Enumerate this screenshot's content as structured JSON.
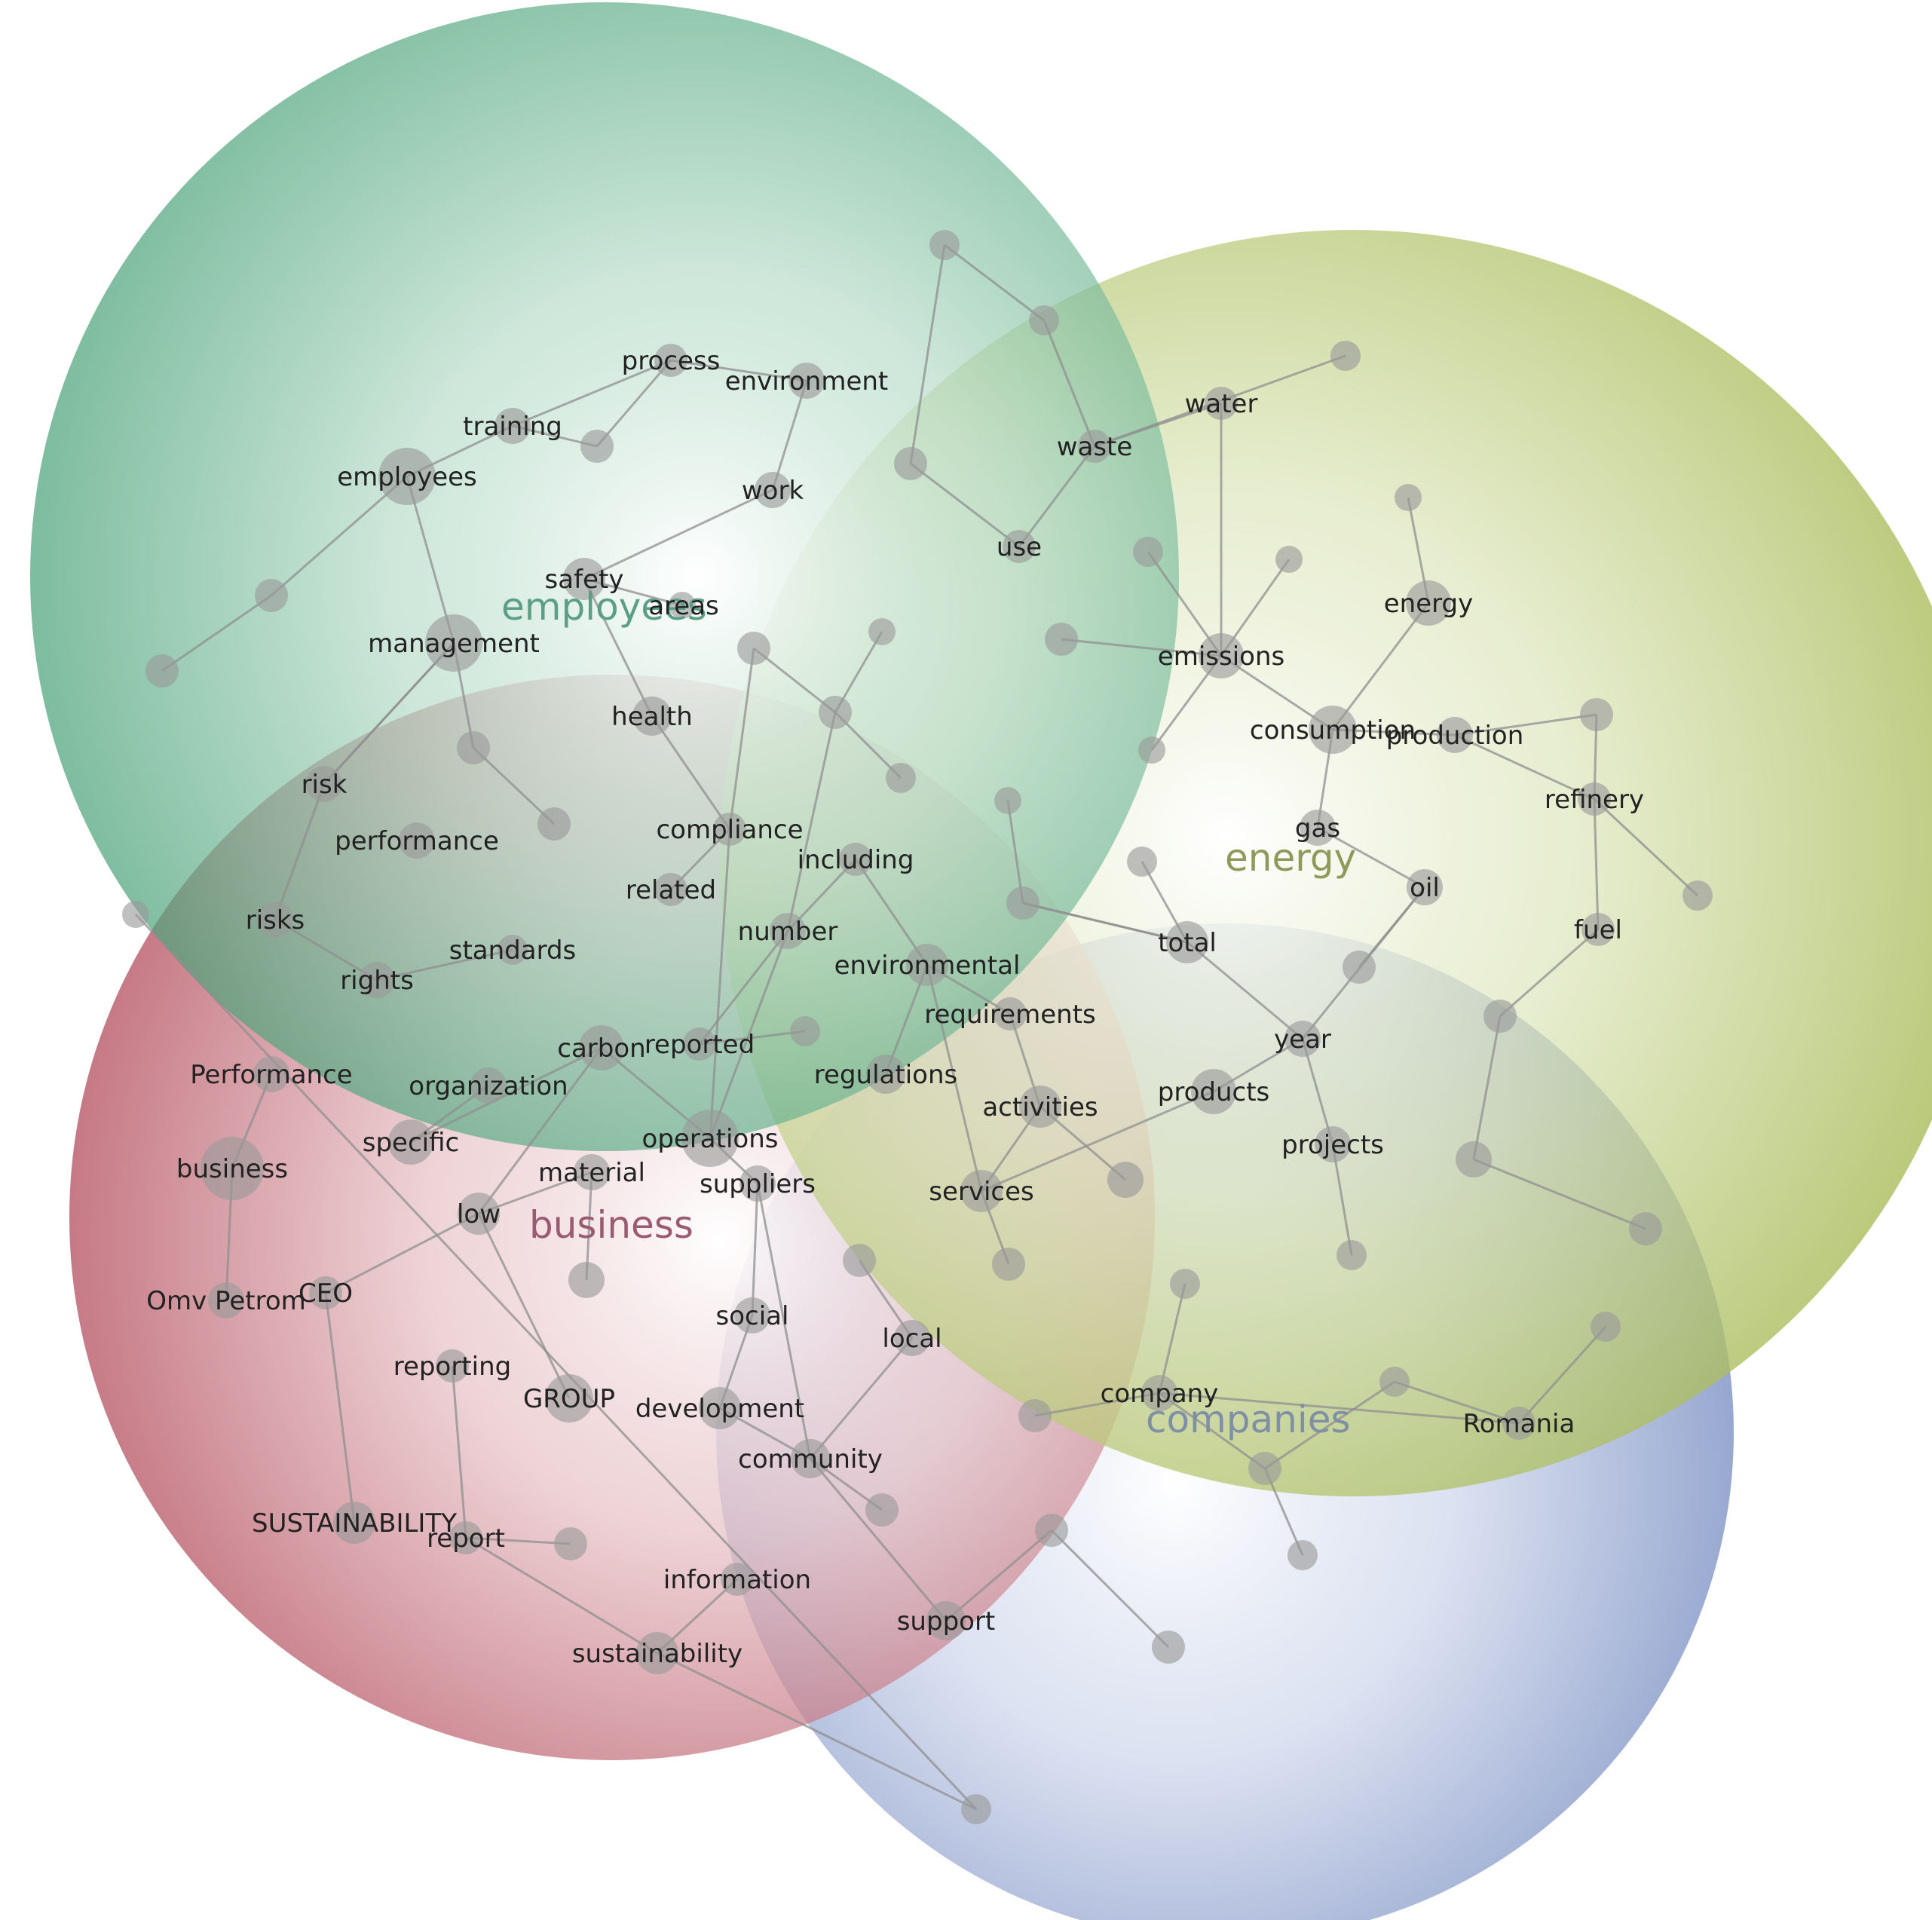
{
  "themes": [
    {
      "id": "employees",
      "label": "employees",
      "color": "#4aa37a",
      "label_color": "#5a9f86"
    },
    {
      "id": "energy",
      "label": "energy",
      "color": "#9ab34a",
      "label_color": "#8f9a5a"
    },
    {
      "id": "business",
      "label": "business",
      "color": "#b24a58",
      "label_color": "#9a5a72"
    },
    {
      "id": "companies",
      "label": "companies",
      "color": "#5a73b0",
      "label_color": "#7f8fa4"
    }
  ],
  "concepts": [
    {
      "id": "process",
      "label": "process"
    },
    {
      "id": "environment",
      "label": "environment"
    },
    {
      "id": "training",
      "label": "training"
    },
    {
      "id": "employees",
      "label": "employees"
    },
    {
      "id": "work",
      "label": "work"
    },
    {
      "id": "safety",
      "label": "safety"
    },
    {
      "id": "areas",
      "label": "areas"
    },
    {
      "id": "management",
      "label": "management"
    },
    {
      "id": "health",
      "label": "health"
    },
    {
      "id": "risk",
      "label": "risk"
    },
    {
      "id": "performance",
      "label": "performance"
    },
    {
      "id": "compliance",
      "label": "compliance"
    },
    {
      "id": "including",
      "label": "including"
    },
    {
      "id": "related",
      "label": "related"
    },
    {
      "id": "risks",
      "label": "risks"
    },
    {
      "id": "number",
      "label": "number"
    },
    {
      "id": "standards",
      "label": "standards"
    },
    {
      "id": "rights",
      "label": "rights"
    },
    {
      "id": "environmental",
      "label": "environmental"
    },
    {
      "id": "requirements",
      "label": "requirements"
    },
    {
      "id": "carbon",
      "label": "carbon"
    },
    {
      "id": "reported",
      "label": "reported"
    },
    {
      "id": "Performance2",
      "label": "Performance"
    },
    {
      "id": "organization",
      "label": "organization"
    },
    {
      "id": "regulations",
      "label": "regulations"
    },
    {
      "id": "specific",
      "label": "specific"
    },
    {
      "id": "operations",
      "label": "operations"
    },
    {
      "id": "business2",
      "label": "business"
    },
    {
      "id": "material",
      "label": "material"
    },
    {
      "id": "suppliers",
      "label": "suppliers"
    },
    {
      "id": "low",
      "label": "low"
    },
    {
      "id": "OmvPetrom",
      "label": "Omv Petrom"
    },
    {
      "id": "CEO",
      "label": "CEO"
    },
    {
      "id": "social",
      "label": "social"
    },
    {
      "id": "reporting",
      "label": "reporting"
    },
    {
      "id": "GROUP",
      "label": "GROUP"
    },
    {
      "id": "development",
      "label": "development"
    },
    {
      "id": "community",
      "label": "community"
    },
    {
      "id": "SUSTAINABILITY",
      "label": "SUSTAINABILITY"
    },
    {
      "id": "report",
      "label": "report"
    },
    {
      "id": "information",
      "label": "information"
    },
    {
      "id": "sustainability",
      "label": "sustainability"
    },
    {
      "id": "local",
      "label": "local"
    },
    {
      "id": "support",
      "label": "support"
    },
    {
      "id": "water",
      "label": "water"
    },
    {
      "id": "waste",
      "label": "waste"
    },
    {
      "id": "use",
      "label": "use"
    },
    {
      "id": "energy2",
      "label": "energy"
    },
    {
      "id": "emissions",
      "label": "emissions"
    },
    {
      "id": "consumption",
      "label": "consumption"
    },
    {
      "id": "production",
      "label": "production"
    },
    {
      "id": "refinery",
      "label": "refinery"
    },
    {
      "id": "gas",
      "label": "gas"
    },
    {
      "id": "oil",
      "label": "oil"
    },
    {
      "id": "fuel",
      "label": "fuel"
    },
    {
      "id": "total",
      "label": "total"
    },
    {
      "id": "year",
      "label": "year"
    },
    {
      "id": "products",
      "label": "products"
    },
    {
      "id": "activities",
      "label": "activities"
    },
    {
      "id": "projects",
      "label": "projects"
    },
    {
      "id": "services",
      "label": "services"
    },
    {
      "id": "company",
      "label": "company"
    },
    {
      "id": "Romania",
      "label": "Romania"
    }
  ],
  "links": [
    [
      "employees",
      "training"
    ],
    [
      "employees",
      "management"
    ],
    [
      "training",
      "process"
    ],
    [
      "process",
      "environment"
    ],
    [
      "environment",
      "work"
    ],
    [
      "work",
      "safety"
    ],
    [
      "safety",
      "areas"
    ],
    [
      "safety",
      "health"
    ],
    [
      "management",
      "risk"
    ],
    [
      "risk",
      "risks"
    ],
    [
      "risks",
      "rights"
    ],
    [
      "rights",
      "standards"
    ],
    [
      "health",
      "compliance"
    ],
    [
      "compliance",
      "related"
    ],
    [
      "including",
      "environmental"
    ],
    [
      "number",
      "reported"
    ],
    [
      "environmental",
      "requirements"
    ],
    [
      "requirements",
      "activities"
    ],
    [
      "carbon",
      "operations"
    ],
    [
      "carbon",
      "specific"
    ],
    [
      "carbon",
      "low"
    ],
    [
      "specific",
      "organization"
    ],
    [
      "Performance2",
      "business2"
    ],
    [
      "business2",
      "OmvPetrom"
    ],
    [
      "low",
      "material"
    ],
    [
      "low",
      "CEO"
    ],
    [
      "low",
      "GROUP"
    ],
    [
      "CEO",
      "SUSTAINABILITY"
    ],
    [
      "reporting",
      "report"
    ],
    [
      "report",
      "sustainability"
    ],
    [
      "sustainability",
      "information"
    ],
    [
      "development",
      "social"
    ],
    [
      "development",
      "community"
    ],
    [
      "community",
      "local"
    ],
    [
      "community",
      "support"
    ],
    [
      "operations",
      "suppliers"
    ],
    [
      "suppliers",
      "social"
    ],
    [
      "waste",
      "water"
    ],
    [
      "waste",
      "use"
    ],
    [
      "water",
      "emissions"
    ],
    [
      "emissions",
      "consumption"
    ],
    [
      "consumption",
      "energy2"
    ],
    [
      "consumption",
      "production"
    ],
    [
      "consumption",
      "gas"
    ],
    [
      "production",
      "refinery"
    ],
    [
      "refinery",
      "fuel"
    ],
    [
      "gas",
      "oil"
    ],
    [
      "oil",
      "year"
    ],
    [
      "year",
      "total"
    ],
    [
      "year",
      "projects"
    ],
    [
      "year",
      "products"
    ],
    [
      "products",
      "services"
    ],
    [
      "activities",
      "services"
    ],
    [
      "company",
      "Romania"
    ],
    [
      "regulations",
      "environmental"
    ],
    [
      "number",
      "including"
    ]
  ]
}
